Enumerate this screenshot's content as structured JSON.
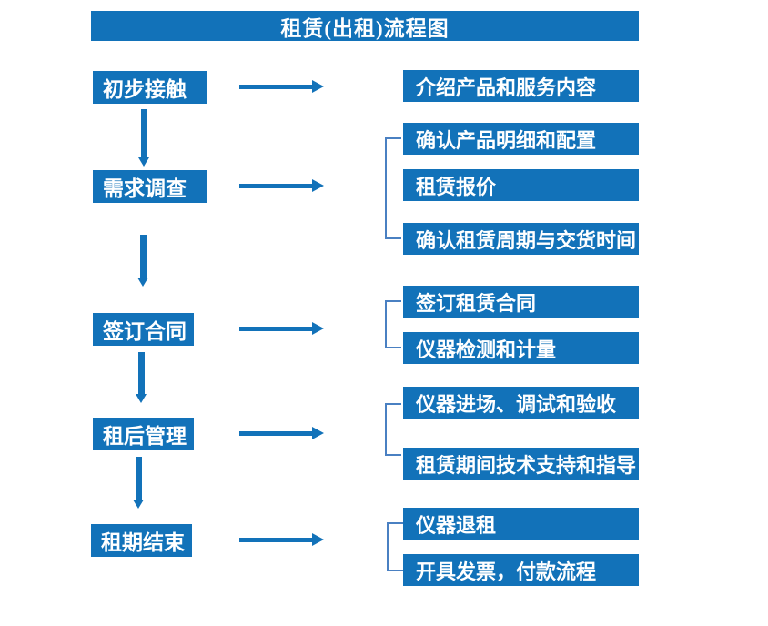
{
  "title": "租赁(出租)流程图",
  "colors": {
    "primary_blue": "#1272B9",
    "bracket_blue": "#4A80C2",
    "text_on_blue": "#FFFFFF",
    "background": "#FFFFFF"
  },
  "steps": [
    "初步接触",
    "需求调查",
    "签订合同",
    "租后管理",
    "租期结束"
  ],
  "details": [
    [
      "介绍产品和服务内容"
    ],
    [
      "确认产品明细和配置",
      "租赁报价",
      "确认租赁周期与交货时间"
    ],
    [
      "签订租赁合同",
      "仪器检测和计量"
    ],
    [
      "仪器进场、调试和验收",
      "租赁期间技术支持和指导"
    ],
    [
      "仪器退租",
      "开具发票，付款流程"
    ]
  ]
}
